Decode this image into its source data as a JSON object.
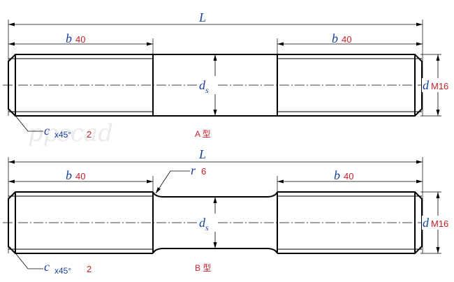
{
  "watermark": "ppscad",
  "stud_a": {
    "length_symbol": "L",
    "thread_symbol": "b",
    "thread_value": "40",
    "shank_symbol": "d",
    "shank_subscript": "s",
    "diameter_symbol": "d",
    "diameter_value": "M16",
    "chamfer_symbol": "c",
    "chamfer_angle": "x45°",
    "chamfer_value": "2",
    "type_label": "A 型"
  },
  "stud_b": {
    "length_symbol": "L",
    "thread_symbol": "b",
    "thread_value": "40",
    "radius_symbol": "r",
    "radius_value": "6",
    "shank_symbol": "d",
    "shank_subscript": "s",
    "diameter_symbol": "d",
    "diameter_value": "M16",
    "chamfer_symbol": "c",
    "chamfer_angle": "x45°",
    "chamfer_value": "2",
    "type_label": "B 型"
  },
  "colors": {
    "symbol": "#1a3f9c",
    "value": "#c8202a",
    "line": "#000000"
  }
}
